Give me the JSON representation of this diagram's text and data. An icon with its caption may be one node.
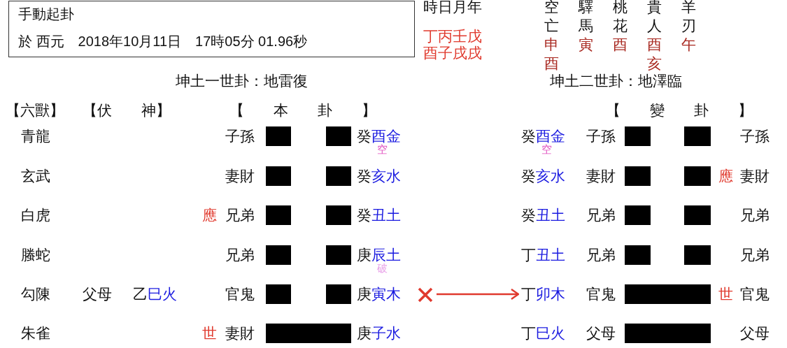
{
  "diagram": {
    "nodes": [
      {
        "text": [
          "手動起卦",
          "於 西元　2018年10月11日　17時05分 01.96秒"
        ]
      },
      {
        "text": [],
        "shape": "cross"
      },
      {
        "text": [
          "丁",
          "卯木"
        ]
      }
    ],
    "edges": [
      {
        "from": 1,
        "to": 2,
        "arrow": "to"
      }
    ],
    "labels": [
      "時日月年",
      "空亡",
      "驛馬",
      "桃花",
      "貴人",
      "羊刃",
      "丁丙壬戊",
      "酉子戌戌",
      "申酉",
      "寅",
      "酉",
      "酉亥",
      "午",
      "坤土一世卦：地雷復",
      "坤土二世卦：地澤臨",
      "【六獸】",
      "【伏　　神】",
      "【　　本　　卦　　】",
      "【　　變　　卦　　】",
      "青龍",
      "子孫",
      "癸",
      "酉金",
      "空",
      "癸",
      "酉金",
      "空",
      "子孫",
      "子孫",
      "玄武",
      "妻財",
      "癸",
      "亥水",
      "癸",
      "亥水",
      "妻財",
      "應",
      "妻財",
      "白虎",
      "應",
      "兄弟",
      "癸",
      "丑土",
      "癸",
      "丑土",
      "兄弟",
      "兄弟",
      "螣蛇",
      "兄弟",
      "庚",
      "辰土",
      "破",
      "丁",
      "丑土",
      "兄弟",
      "兄弟",
      "勾陳",
      "父母",
      "乙",
      "巳火",
      "官鬼",
      "庚",
      "寅木",
      "官鬼",
      "世",
      "官鬼",
      "朱雀",
      "世",
      "妻財",
      "庚",
      "子水",
      "丁",
      "巳火",
      "父母",
      "父母"
    ]
  }
}
